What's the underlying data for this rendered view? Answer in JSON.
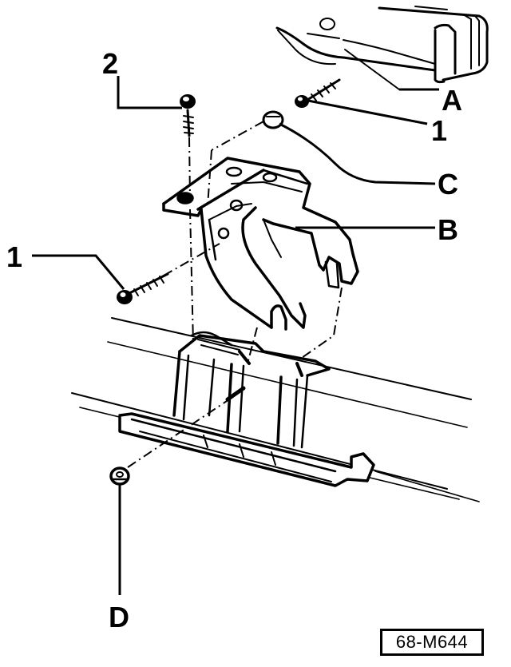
{
  "callouts": {
    "label_a": "A",
    "label_b": "B",
    "label_c": "C",
    "label_d": "D",
    "label_1_upper": "1",
    "label_1_left": "1",
    "label_2": "2"
  },
  "reference_code": "68-M644",
  "colors": {
    "ink": "#000000",
    "paper": "#ffffff"
  }
}
